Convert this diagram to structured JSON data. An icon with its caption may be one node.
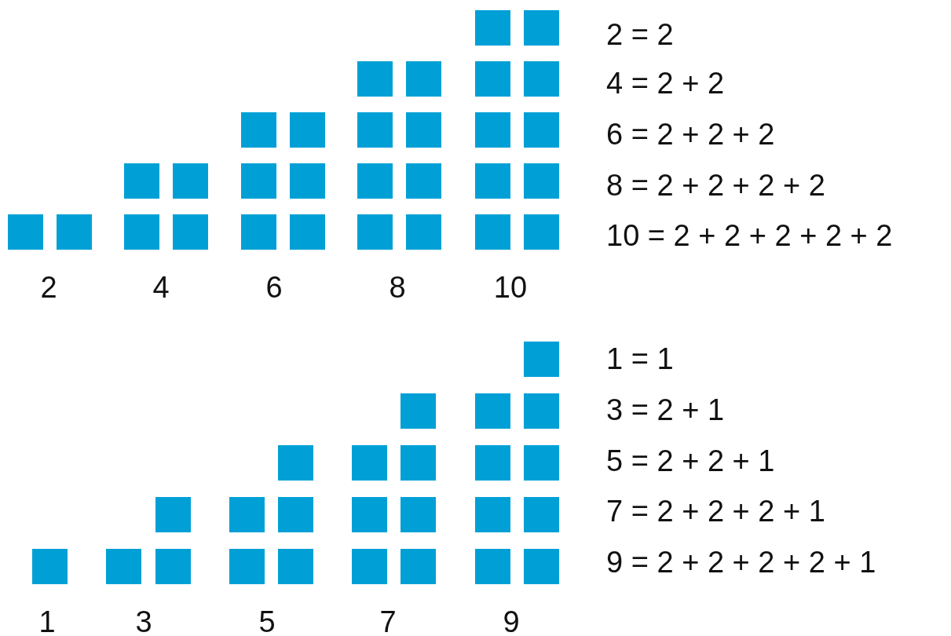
{
  "diagram": {
    "labels": [
      "2 = 2",
      "4 = 2 + 2",
      "6 = 2 + 2 + 2",
      "8 = 2 + 2 + 2 + 2",
      "10 = 2 + 2 + 2 + 2 + 2",
      "2",
      "4",
      "6",
      "8",
      "10",
      "1 = 1",
      "3 = 2 + 1",
      "5 = 2 + 2 + 1",
      "7 = 2 + 2 + 2 + 1",
      "9 = 2 + 2 + 2 + 2 + 1",
      "1",
      "3",
      "5",
      "7",
      "9"
    ]
  }
}
